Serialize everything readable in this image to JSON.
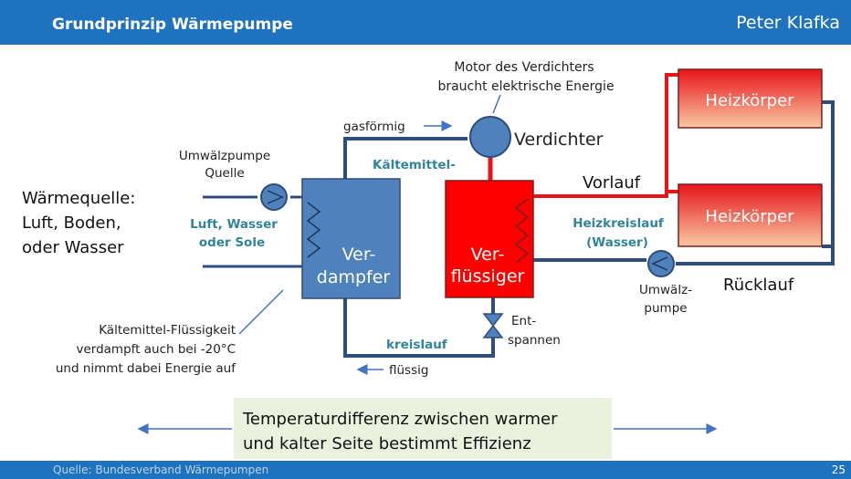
{
  "header": {
    "title": "Grundprinzip Wärmepumpe",
    "author": "Peter Klafka"
  },
  "footer": {
    "source": "Quelle: Bundesverband Wärmepumpen",
    "page": "25"
  },
  "diagram": {
    "motor_line1": "Motor des Verdichters",
    "motor_line2": "braucht elektrische Energie",
    "verdichter": "Verdichter",
    "gasfoermig": "gasförmig",
    "kaeltemittel": "Kältemittel-",
    "kreislauf": "kreislauf",
    "fluessig": "flüssig",
    "pumpe_quelle_1": "Umwälzpumpe",
    "pumpe_quelle_2": "Quelle",
    "quelle_1": "Wärmequelle:",
    "quelle_2": "Luft, Boden,",
    "quelle_3": "oder Wasser",
    "medium_1": "Luft, Wasser",
    "medium_2": "oder Sole",
    "verdampfer_1": "Ver-",
    "verdampfer_2": "dampfer",
    "verfluessiger_1": "Ver-",
    "verfluessiger_2": "flüssiger",
    "entspannen_1": "Ent-",
    "entspannen_2": "spannen",
    "fluessigkeit_1": "Kältemittel-Flüssigkeit",
    "fluessigkeit_2": "verdampft auch bei -20°C",
    "fluessigkeit_3": "und nimmt dabei Energie auf",
    "vorlauf": "Vorlauf",
    "ruecklauf": "Rücklauf",
    "heizkreis_1": "Heizkreislauf",
    "heizkreis_2": "(Wasser)",
    "pumpe_heiz_1": "Umwälz-",
    "pumpe_heiz_2": "pumpe",
    "heizkoerper_1": "Heizkörper",
    "heizkoerper_2": "Heizkörper",
    "temp_line1": "Temperaturdifferenz zwischen warmer",
    "temp_line2": "und kalter Seite bestimmt Effizienz"
  },
  "colors": {
    "header": "#1f72bd",
    "cold": "#4472c4",
    "hot": "#e8131b",
    "pipe_cold": "#2f4d7a",
    "teal": "#31849b",
    "note_bg": "#eaf1dd"
  }
}
